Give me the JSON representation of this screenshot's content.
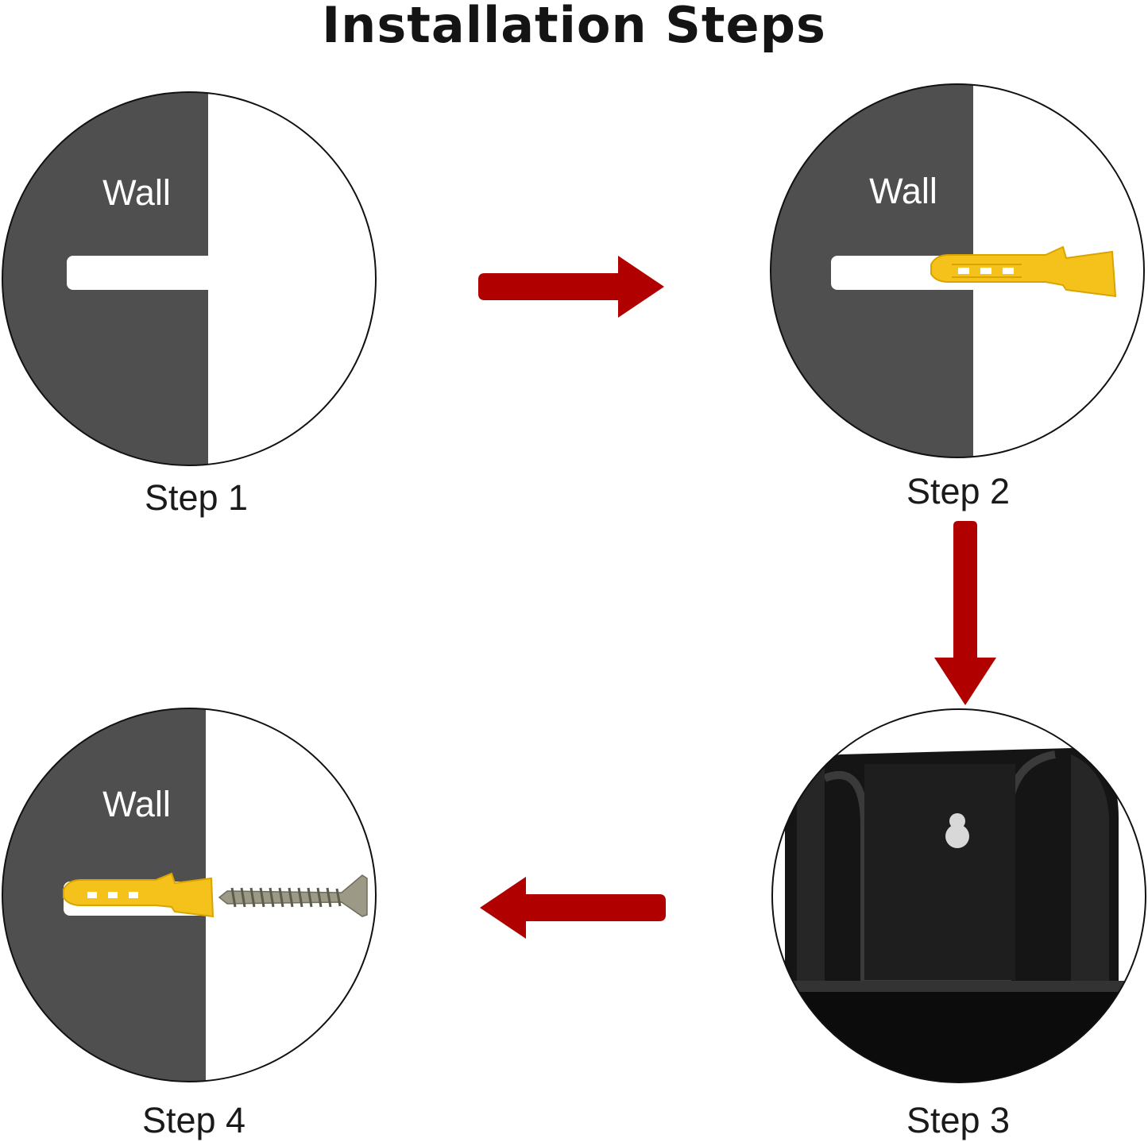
{
  "title": "Installation Steps",
  "colors": {
    "wall": "#4f4f4f",
    "arrow": "#b00000",
    "anchor": "#f5c21b",
    "bracket": "#101010"
  },
  "steps": [
    {
      "label": "Step 1",
      "wall_text": "Wall",
      "icon": "drilled-hole-icon"
    },
    {
      "label": "Step 2",
      "wall_text": "Wall",
      "icon": "wall-anchor-icon"
    },
    {
      "label": "Step 3",
      "icon": "keyhole-bracket-icon"
    },
    {
      "label": "Step 4",
      "wall_text": "Wall",
      "icon": "screw-icon"
    }
  ]
}
